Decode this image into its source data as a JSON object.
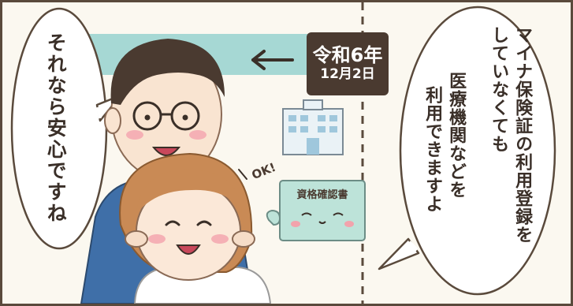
{
  "date": {
    "era": "令和6年",
    "day": "12月2日"
  },
  "speech_left": {
    "text": "それなら安心ですね"
  },
  "speech_right": {
    "lines": [
      "マイナ保険証の利用登録を",
      "していなくても",
      "医療機関などを",
      "利用できますよ"
    ]
  },
  "card": {
    "title": "資格確認書"
  },
  "ok": "OK!"
}
